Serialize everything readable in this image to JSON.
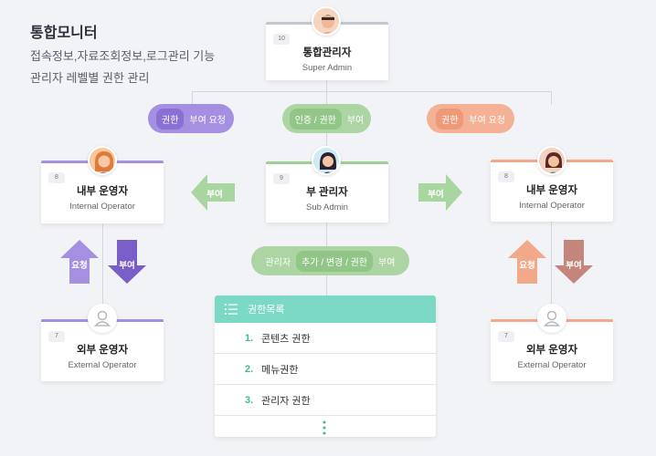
{
  "header": {
    "title": "통합모니터",
    "desc_line1": "접속정보,자료조회정보,로그관리 기능",
    "desc_line2": "관리자 레벨별 권한 관리"
  },
  "nodes": {
    "super": {
      "num": "10",
      "ko": "통합관리자",
      "en": "Super Admin"
    },
    "sub": {
      "num": "9",
      "ko": "부 관리자",
      "en": "Sub Admin"
    },
    "internal_left": {
      "num": "8",
      "ko": "내부 운영자",
      "en": "Internal Operator"
    },
    "internal_right": {
      "num": "8",
      "ko": "내부 운영자",
      "en": "Internal Operator"
    },
    "external_left": {
      "num": "7",
      "ko": "외부 운영자",
      "en": "External Operator"
    },
    "external_right": {
      "num": "7",
      "ko": "외부 운영자",
      "en": "External Operator"
    }
  },
  "pills": {
    "left": {
      "chip": "권한",
      "text": "부여 요청"
    },
    "center": {
      "chip": "인증 / 권한",
      "text": "부여"
    },
    "right": {
      "chip": "권한",
      "text": "부여 요청"
    },
    "bottom": {
      "pre": "관리자",
      "chip": "추가 / 변경 / 권한",
      "text": "부여"
    }
  },
  "arrows": {
    "left_grant": "부여",
    "right_grant": "부여",
    "left_request": "요청",
    "left_grant_down": "부여",
    "right_request": "요청",
    "right_grant_down": "부여"
  },
  "permission_list": {
    "title": "권한목록",
    "items": [
      {
        "num": "1.",
        "label": "콘텐츠 권한"
      },
      {
        "num": "2.",
        "label": "메뉴권한"
      },
      {
        "num": "3.",
        "label": "관리자 권한"
      }
    ],
    "more_icon": "vertical-dots-icon"
  },
  "colors": {
    "purple": "#9c84de",
    "green": "#9fcf97",
    "orange": "#f2a98a",
    "teal": "#7bd9c5",
    "brown": "#c4857a"
  }
}
